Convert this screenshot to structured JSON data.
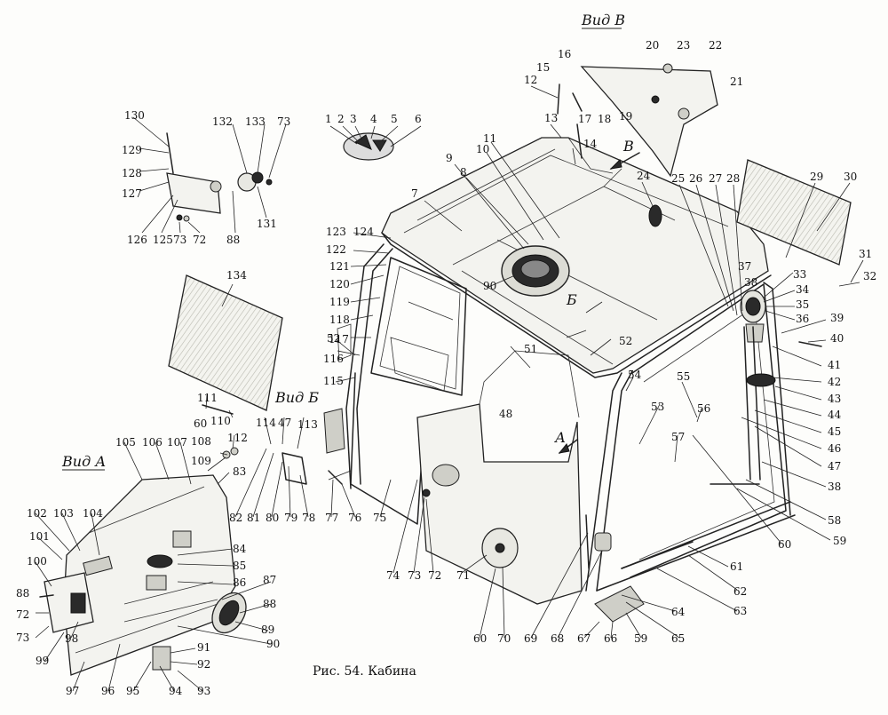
{
  "caption": "Рис. 54. Кабина",
  "views": {
    "view_b_top": "Вид В",
    "view_b_mid": "Вид Б",
    "view_a": "Вид А"
  },
  "arrows": {
    "arrow_v": "В",
    "arrow_b": "Б",
    "arrow_a": "А"
  },
  "callouts": [
    "1",
    "2",
    "3",
    "4",
    "5",
    "6",
    "7",
    "8",
    "9",
    "10",
    "11",
    "12",
    "13",
    "14",
    "15",
    "16",
    "17",
    "18",
    "19",
    "20",
    "21",
    "22",
    "23",
    "24",
    "25",
    "26",
    "27",
    "28",
    "29",
    "30",
    "31",
    "32",
    "33",
    "34",
    "35",
    "36",
    "37",
    "38",
    "39",
    "40",
    "41",
    "42",
    "43",
    "44",
    "45",
    "46",
    "47",
    "48",
    "51",
    "52",
    "53",
    "54",
    "55",
    "56",
    "57",
    "58",
    "59",
    "60",
    "61",
    "62",
    "63",
    "64",
    "65",
    "66",
    "67",
    "68",
    "69",
    "70",
    "71",
    "72",
    "73",
    "74",
    "75",
    "76",
    "77",
    "78",
    "79",
    "80",
    "81",
    "82",
    "83",
    "84",
    "85",
    "86",
    "87",
    "88",
    "89",
    "90",
    "91",
    "92",
    "93",
    "94",
    "95",
    "96",
    "97",
    "98",
    "99",
    "100",
    "101",
    "102",
    "103",
    "104",
    "105",
    "106",
    "107",
    "108",
    "109",
    "110",
    "111",
    "112",
    "113",
    "114",
    "115",
    "116",
    "117",
    "118",
    "119",
    "120",
    "121",
    "122",
    "123",
    "124",
    "125",
    "126",
    "127",
    "128",
    "129",
    "130",
    "131",
    "132",
    "133",
    "134"
  ]
}
